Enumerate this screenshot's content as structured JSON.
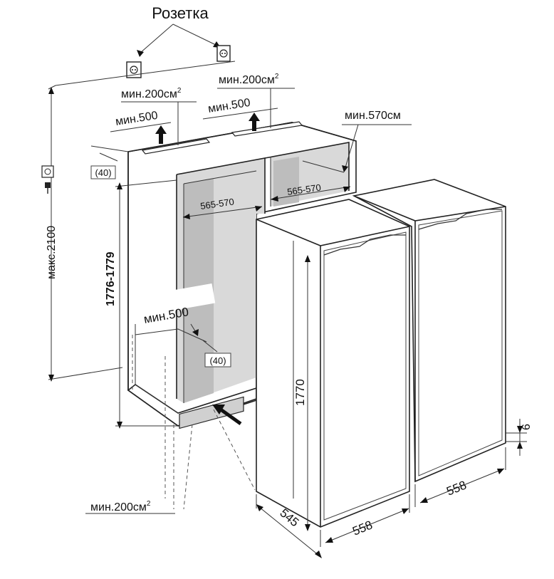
{
  "labels": {
    "socket_title": "Розетка",
    "vent_top_left": "мин.200см",
    "vent_top_right": "мин.200см",
    "vent_bottom": "мин.200см",
    "sup2": "2",
    "clear_top_left": "мин.500",
    "clear_top_right": "мин.500",
    "clear_inner": "мин.500",
    "depth_right": "мин.570см",
    "gap_40_top": "(40)",
    "gap_40_bottom": "(40)",
    "width_left": "565-570",
    "width_right": "565-570",
    "max_height": "макс.2100",
    "niche_height": "1776-1779",
    "device_height": "1770",
    "device_depth": "545",
    "device_width_left": "558",
    "device_width_right": "558",
    "plinth_gap": "6"
  },
  "icons": {
    "socket": "power-socket-icon",
    "plug": "power-plug-icon",
    "airflow": "airflow-arrow-icon"
  },
  "colors": {
    "line": "#222222",
    "niche_shade": "#d9d9d9",
    "niche_shade_dark": "#bdbdbd",
    "background": "#ffffff"
  }
}
